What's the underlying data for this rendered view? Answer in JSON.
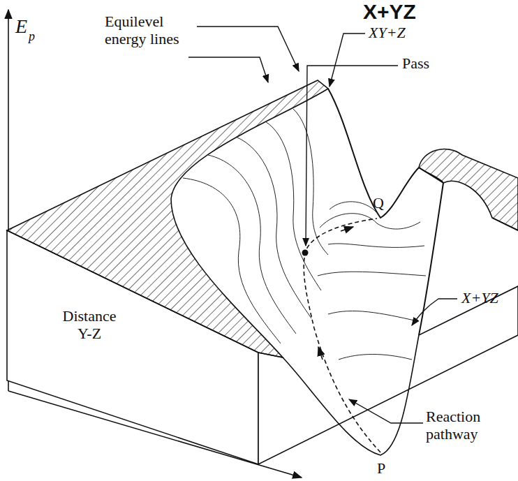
{
  "diagram": {
    "title": "X+YZ",
    "labels": [
      "E",
      "p",
      "Equilevel energy lines",
      "XY+Z",
      "Pass",
      "Q",
      "X+YZ",
      "Distance Y-Z",
      "P",
      "Reaction pathway"
    ]
  }
}
